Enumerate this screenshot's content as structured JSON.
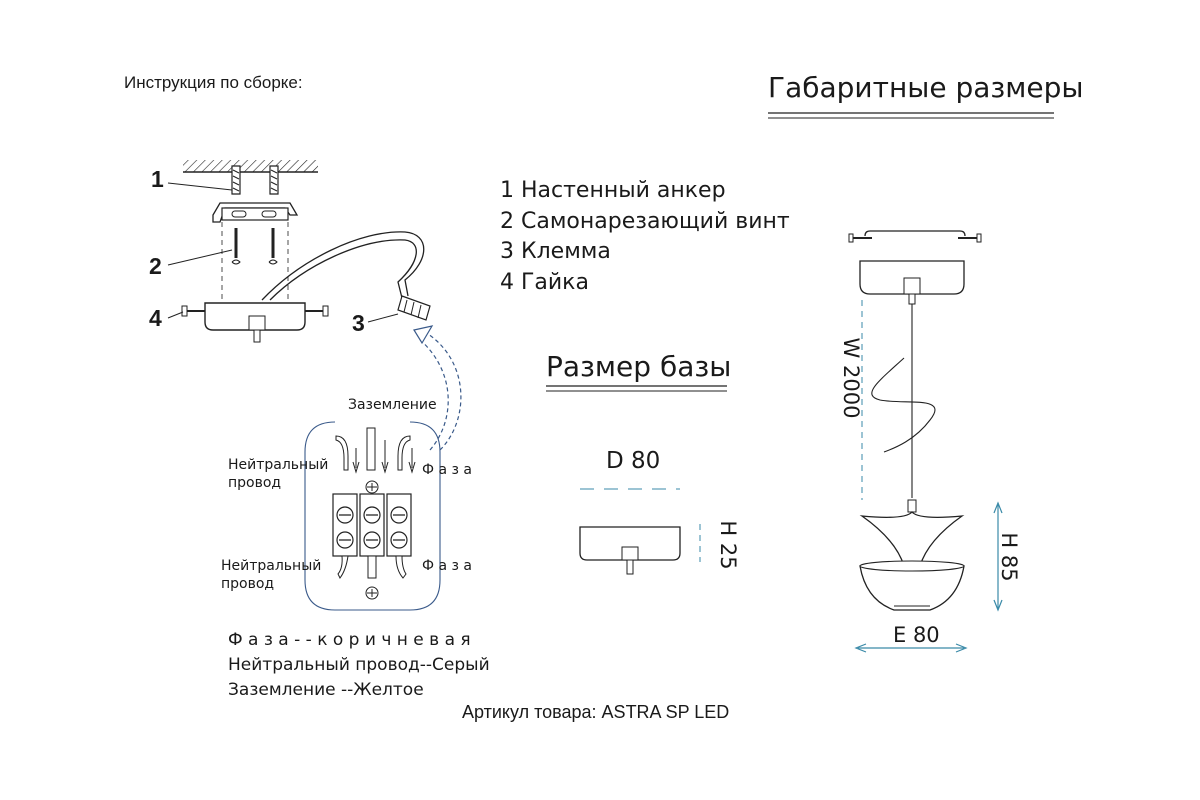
{
  "header": {
    "assembly_title": "Инструкция по сборке:",
    "dimensions_title": "Габаритные размеры"
  },
  "legend": {
    "items": [
      "1 Настенный анкер",
      "2 Самонарезающий винт",
      "3 Клемма",
      "4 Гайка"
    ]
  },
  "callouts": [
    "1",
    "2",
    "3",
    "4"
  ],
  "wiring": {
    "ground_label": "Заземление",
    "neutral_top": "Нейтральный провод",
    "phase_top": "Ф а з а",
    "neutral_bottom": "Нейтральный провод",
    "phase_bottom": "Ф а з а"
  },
  "colors_note": {
    "line1": "Ф а з а - - к о р и ч н е в а я",
    "line2": "Нейтральный провод--Серый",
    "line3": "Заземление --Желтое"
  },
  "base": {
    "title": "Размер базы",
    "diameter": "D 80",
    "height": "H 25"
  },
  "product": {
    "wire_length": "W 2000",
    "shade_height": "H 85",
    "shade_width": "E 80"
  },
  "footer": {
    "article": "Артикул товара: ASTRA SP LED"
  }
}
